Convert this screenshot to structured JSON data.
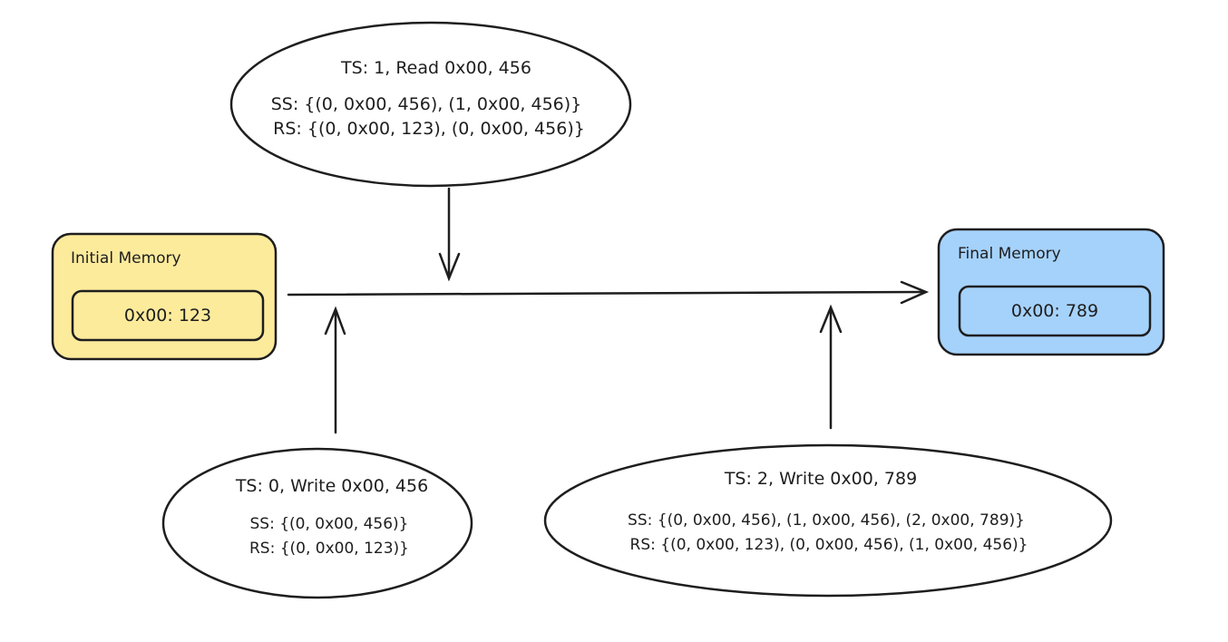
{
  "initial_memory": {
    "title": "Initial Memory",
    "value": "0x00: 123",
    "fill": "#fdeb9c",
    "stroke": "#1e1e1e"
  },
  "final_memory": {
    "title": "Final Memory",
    "value": "0x00: 789",
    "fill": "#a5d2fb",
    "stroke": "#1e1e1e"
  },
  "events": {
    "read": {
      "header": "TS: 1, Read 0x00, 456",
      "ss": "SS: {(0, 0x00, 456), (1, 0x00, 456)}",
      "rs": "RS: {(0, 0x00, 123), (0, 0x00, 456)}"
    },
    "write0": {
      "header": "TS: 0, Write 0x00, 456",
      "ss": "SS: {(0, 0x00, 456)}",
      "rs": "RS: {(0, 0x00, 123)}"
    },
    "write2": {
      "header": "TS: 2, Write 0x00, 789",
      "ss": "SS: {(0, 0x00, 456), (1, 0x00, 456), (2, 0x00, 789)}",
      "rs": "RS: {(0, 0x00, 123), (0, 0x00, 456), (1, 0x00, 456)}"
    }
  }
}
